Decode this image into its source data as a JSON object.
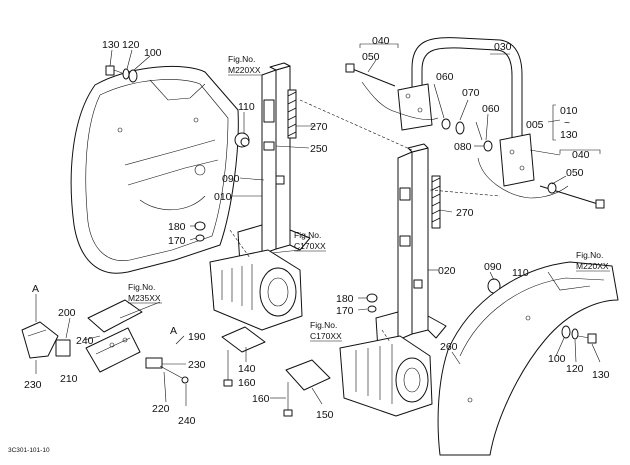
{
  "diagram": {
    "footer_code": "3C301-101-10",
    "fig_refs": [
      {
        "id": "fig-m220-top",
        "line1": "Fig.No.",
        "line2": "M220XX"
      },
      {
        "id": "fig-c170-left",
        "line1": "Fig.No.",
        "line2": "C170XX"
      },
      {
        "id": "fig-m235",
        "line1": "Fig.No.",
        "line2": "M235XX"
      },
      {
        "id": "fig-c170-mid",
        "line1": "Fig.No.",
        "line2": "C170XX"
      },
      {
        "id": "fig-m220-right",
        "line1": "Fig.No.",
        "line2": "M220XX"
      }
    ],
    "labels": [
      {
        "id": "p130-a",
        "text": "130"
      },
      {
        "id": "p120-a",
        "text": "120"
      },
      {
        "id": "p100-a",
        "text": "100"
      },
      {
        "id": "p110-a",
        "text": "110"
      },
      {
        "id": "p270-a",
        "text": "270"
      },
      {
        "id": "p250",
        "text": "250"
      },
      {
        "id": "p090-a",
        "text": "090"
      },
      {
        "id": "p010-a",
        "text": "010"
      },
      {
        "id": "p180-a",
        "text": "180"
      },
      {
        "id": "p170-a",
        "text": "170"
      },
      {
        "id": "pA-a",
        "text": "A"
      },
      {
        "id": "p200",
        "text": "200"
      },
      {
        "id": "p240-a",
        "text": "240"
      },
      {
        "id": "p230-a",
        "text": "230"
      },
      {
        "id": "p210",
        "text": "210"
      },
      {
        "id": "pA-b",
        "text": "A"
      },
      {
        "id": "p190",
        "text": "190"
      },
      {
        "id": "p230-b",
        "text": "230"
      },
      {
        "id": "p220",
        "text": "220"
      },
      {
        "id": "p240-b",
        "text": "240"
      },
      {
        "id": "p140",
        "text": "140"
      },
      {
        "id": "p160-a",
        "text": "160"
      },
      {
        "id": "p160-b",
        "text": "160"
      },
      {
        "id": "p150",
        "text": "150"
      },
      {
        "id": "p040-a",
        "text": "040"
      },
      {
        "id": "p050-a",
        "text": "050"
      },
      {
        "id": "p030",
        "text": "030"
      },
      {
        "id": "p060-a",
        "text": "060"
      },
      {
        "id": "p070",
        "text": "070"
      },
      {
        "id": "p060-b",
        "text": "060"
      },
      {
        "id": "p080",
        "text": "080"
      },
      {
        "id": "p010-b",
        "text": "010"
      },
      {
        "id": "p-tilde",
        "text": "~"
      },
      {
        "id": "p130-b",
        "text": "130"
      },
      {
        "id": "p005",
        "text": "005"
      },
      {
        "id": "p040-b",
        "text": "040"
      },
      {
        "id": "p050-b",
        "text": "050"
      },
      {
        "id": "p270-b",
        "text": "270"
      },
      {
        "id": "p020",
        "text": "020"
      },
      {
        "id": "p090-b",
        "text": "090"
      },
      {
        "id": "p110-b",
        "text": "110"
      },
      {
        "id": "p180-b",
        "text": "180"
      },
      {
        "id": "p170-b",
        "text": "170"
      },
      {
        "id": "p260",
        "text": "260"
      },
      {
        "id": "p100-b",
        "text": "100"
      },
      {
        "id": "p120-b",
        "text": "120"
      },
      {
        "id": "p130-c",
        "text": "130"
      }
    ]
  }
}
